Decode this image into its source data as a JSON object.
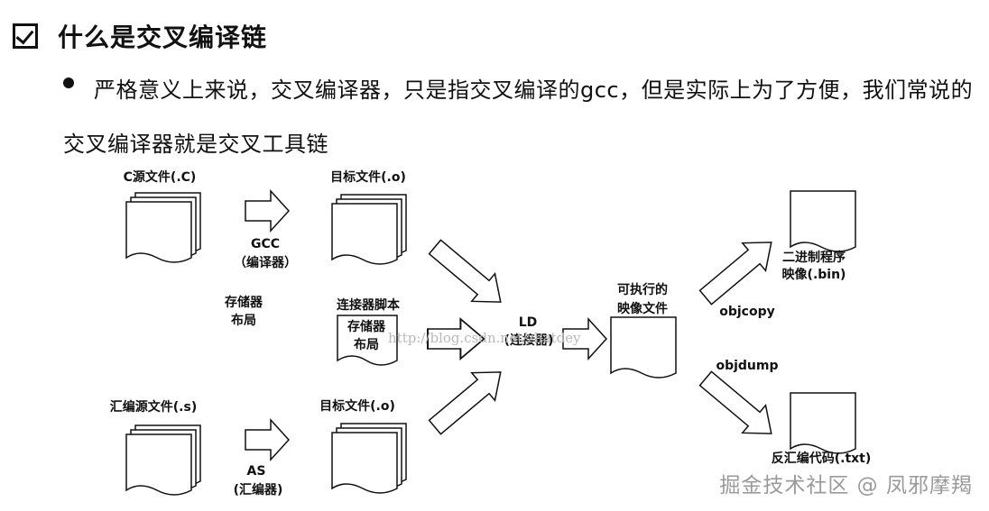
{
  "heading": "什么是交叉编译链",
  "paragraph": "严格意义上来说，交叉编译器，只是指交叉编译的gcc，但是实际上为了方便，我们常说的交叉编译器就是交叉工具链",
  "diagram": {
    "c_source": "C源文件(.C)",
    "gcc": "GCC",
    "gcc_sub": "（编译器）",
    "object_top": "目标文件(.o)",
    "mem_layout_1": "存储器",
    "mem_layout_2": "布局",
    "linker_script": "连接器脚本",
    "ls_inner_1": "存储器",
    "ls_inner_2": "布局",
    "asm_source": "汇编源文件(.s)",
    "as": "AS",
    "as_sub": "(汇编器)",
    "object_bottom": "目标文件(.o)",
    "ld": "LD",
    "ld_sub": "(连接器)",
    "exec_1": "可执行的",
    "exec_2": "映像文件",
    "objcopy": "objcopy",
    "objdump": "objdump",
    "bin_1": "二进制程序",
    "bin_2": "映像(.bin)",
    "txt": "反汇编代码(.txt)",
    "watermark": "http://blog.csdn.net/zhatdey"
  },
  "credit": "掘金技术社区 @ 凤邪摩羯"
}
